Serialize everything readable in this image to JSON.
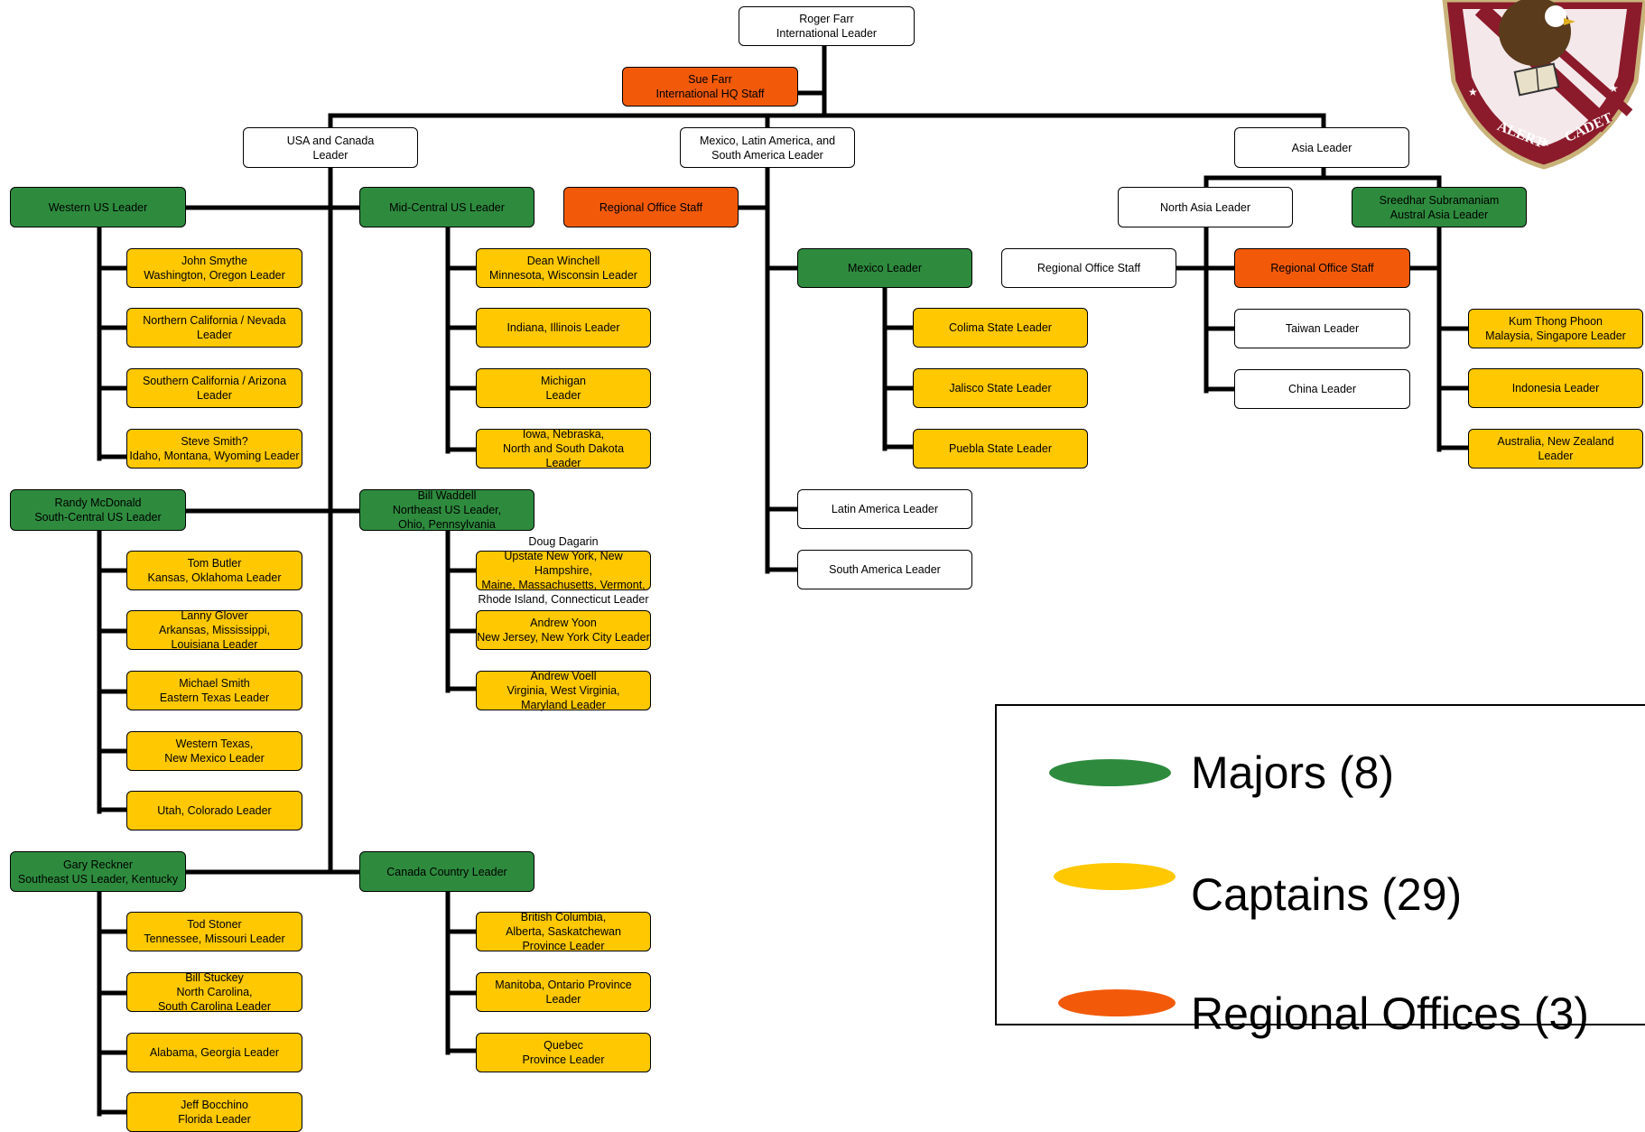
{
  "colors": {
    "major": "#2e8b3e",
    "captain": "#ffc800",
    "office": "#f25a0a",
    "other": "#ffffff"
  },
  "nodes": {
    "roger": "Roger Farr\nInternational Leader",
    "sue": "Sue Farr\nInternational HQ Staff",
    "usa_canada": "USA and Canada\nLeader",
    "mexico_latam": "Mexico, Latin America, and\nSouth America  Leader",
    "asia": "Asia Leader",
    "western_us": "Western US Leader",
    "mid_central": "Mid-Central US Leader",
    "regional_staff_latam": "Regional Office Staff",
    "north_asia": "North Asia Leader",
    "sreedhar": "Sreedhar Subramaniam\nAustral Asia Leader",
    "john_smythe": "John Smythe\nWashington, Oregon Leader",
    "norcal": "Northern California / Nevada\nLeader",
    "socal": "Southern California / Arizona\nLeader",
    "steve_smith": "Steve Smith?\nIdaho, Montana, Wyoming Leader",
    "dean": "Dean Winchell\nMinnesota, Wisconsin Leader",
    "indiana": "Indiana, Illinois Leader",
    "michigan": "Michigan\nLeader",
    "iowa": "Iowa, Nebraska,\nNorth and South Dakota\nLeader",
    "mexico_leader": "Mexico Leader",
    "colima": "Colima State Leader",
    "jalisco": "Jalisco State Leader",
    "puebla": "Puebla State Leader",
    "latin_america": "Latin America Leader",
    "south_america": "South America Leader",
    "regional_staff_na_white": "Regional Office Staff",
    "regional_staff_asia": "Regional Office Staff",
    "taiwan": "Taiwan Leader",
    "china": "China Leader",
    "kum": "Kum Thong Phoon\nMalaysia, Singapore Leader",
    "indonesia": "Indonesia Leader",
    "australia": "Australia, New Zealand\nLeader",
    "randy": "Randy McDonald\nSouth-Central US Leader",
    "bill_waddell": "Bill Waddell\nNortheast US Leader,\nOhio, Pennsylvania",
    "tom_butler": "Tom Butler\nKansas, Oklahoma Leader",
    "lanny": "Lanny Glover\nArkansas, Mississippi,\nLouisiana Leader",
    "michael_smith": "Michael Smith\nEastern Texas Leader",
    "western_texas": "Western Texas,\nNew Mexico Leader",
    "utah": "Utah, Colorado Leader",
    "doug": "Doug Dagarin\nUpstate New York, New Hampshire,\nMaine, Massachusetts, Vermont,\nRhode Island, Connecticut Leader",
    "andrew_yoon": "Andrew Yoon\nNew Jersey, New York City Leader",
    "andrew_voell": "Andrew Voell\nVirginia, West Virginia,\nMaryland Leader",
    "gary": "Gary Reckner\nSoutheast US Leader, Kentucky",
    "canada": "Canada Country Leader",
    "tod": "Tod Stoner\nTennessee, Missouri Leader",
    "bill_stuckey": "Bill Stuckey\nNorth Carolina,\nSouth Carolina Leader",
    "alabama": "Alabama, Georgia Leader",
    "jeff": "Jeff Bocchino\nFlorida Leader",
    "bc": "British Columbia,\nAlberta, Saskatchewan\nProvince Leader",
    "manitoba": "Manitoba, Ontario Province Leader",
    "quebec": "Quebec\nProvince Leader"
  },
  "legend": {
    "majors": "Majors (8)",
    "captains": "Captains (29)",
    "offices": "Regional Offices (3)"
  },
  "logo": {
    "text_left": "ALERT",
    "text_right": "CADET"
  }
}
